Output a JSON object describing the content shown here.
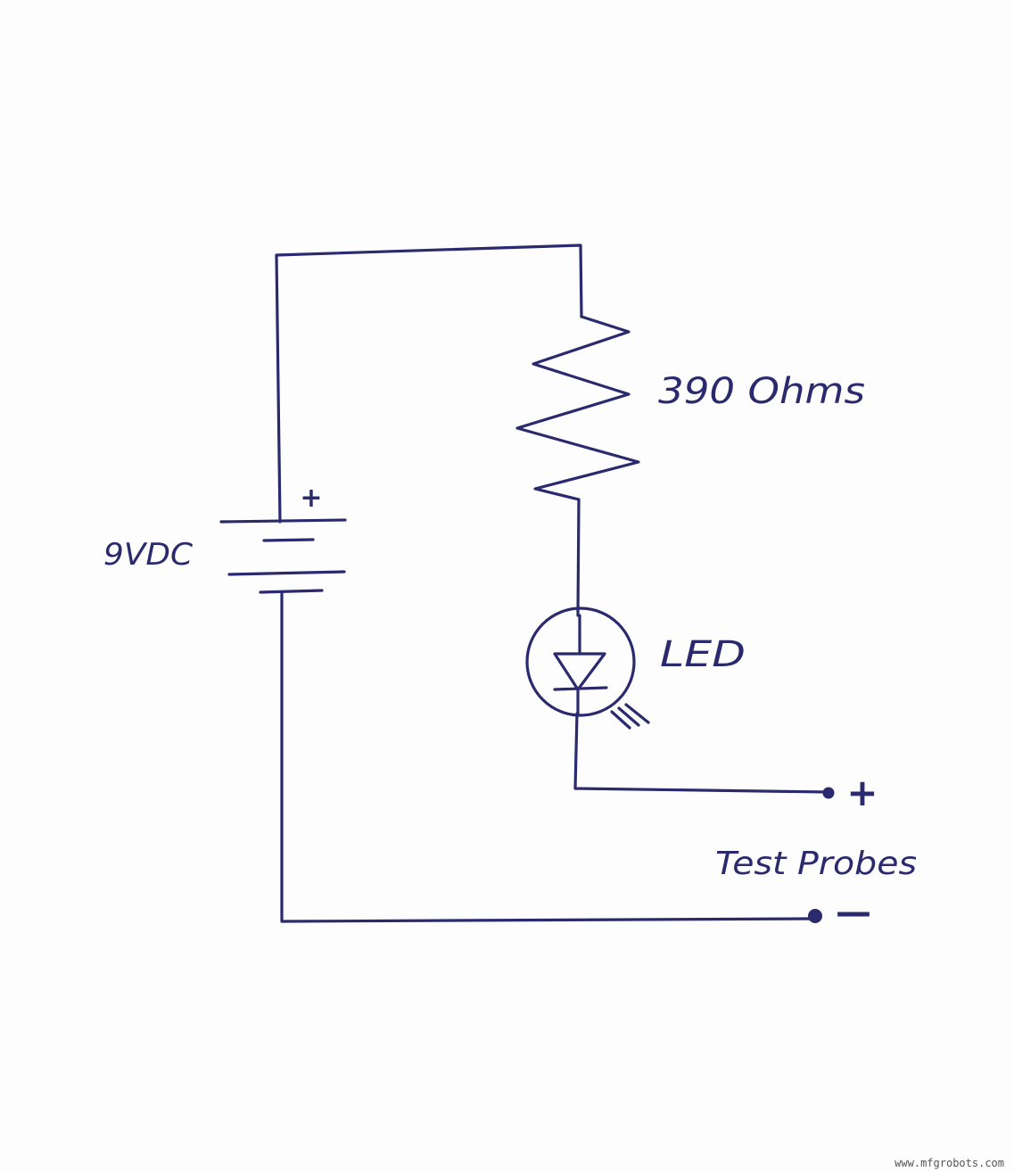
{
  "colors": {
    "ink": "#2b2a6e",
    "paper": "#fdfdfd",
    "watermark": "#555555"
  },
  "labels": {
    "battery": "9VDC",
    "battery_polarity": "+",
    "resistor": "390 Ohms",
    "led": "LED",
    "probes": "Test Probes",
    "probe_positive": "+",
    "probe_negative": "—"
  },
  "watermark": "www.mfgrobots.com"
}
